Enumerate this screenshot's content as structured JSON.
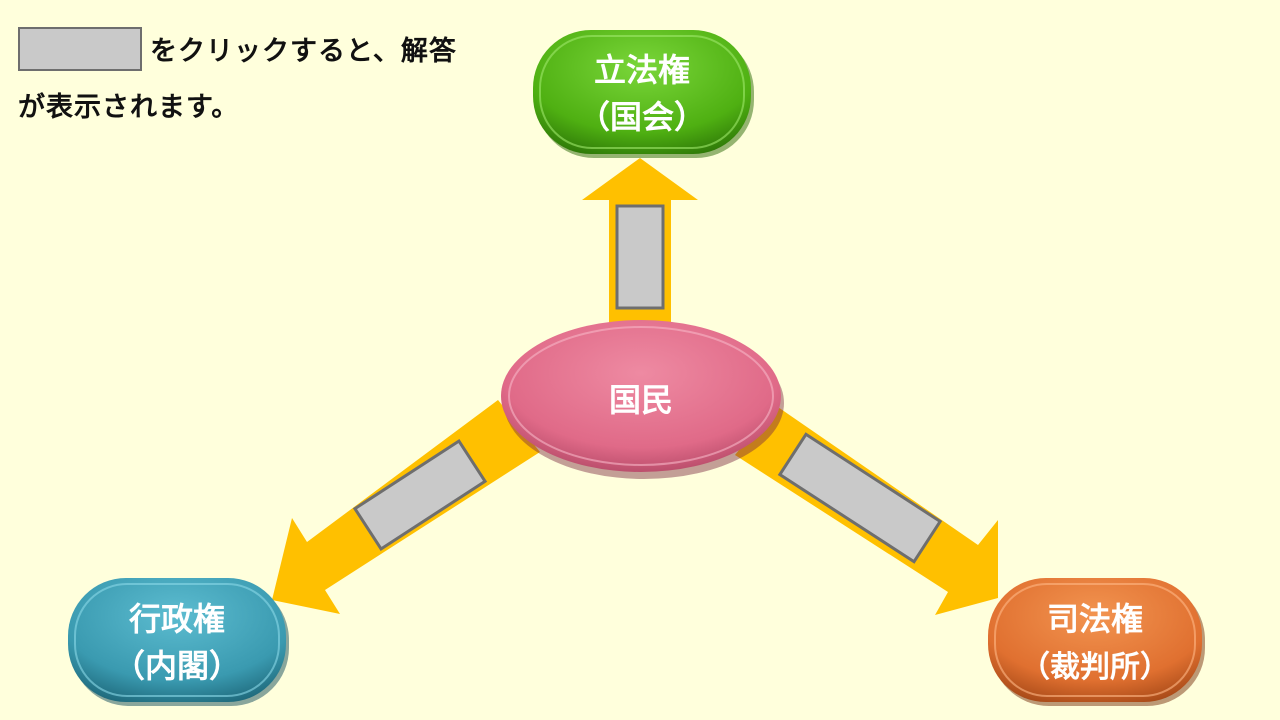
{
  "instruction": {
    "line1": "をクリックすると、解答",
    "line2": "が表示されます。"
  },
  "center": {
    "label": "国民",
    "color": "#e06a88"
  },
  "branches": {
    "legislative": {
      "line1": "立法権",
      "line2": "（国会）",
      "color": "#4fb012"
    },
    "executive": {
      "line1": "行政権",
      "line2": "（内閣）",
      "color": "#3a9ab0"
    },
    "judicial": {
      "line1": "司法権",
      "line2": "（裁判所）",
      "color": "#e07030"
    }
  },
  "colors": {
    "background": "#ffffdc",
    "arrow": "#ffc000",
    "answer_box": "#c9c9c9",
    "answer_box_border": "#6e6e6e",
    "label_text": "#ffffff"
  }
}
